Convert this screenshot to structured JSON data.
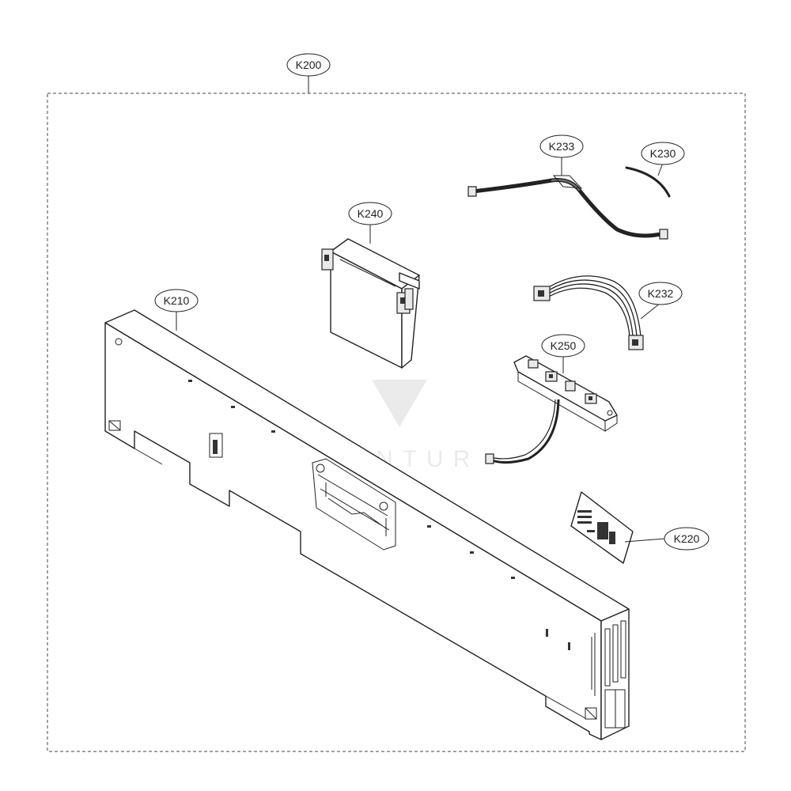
{
  "diagram": {
    "callouts": {
      "assembly": "K200",
      "panel": "K210",
      "label": "K220",
      "wire_short": "K230",
      "harness": "K232",
      "harness_long": "K233",
      "module": "K240",
      "board": "K250"
    },
    "watermark": "LE  VENTUR"
  }
}
